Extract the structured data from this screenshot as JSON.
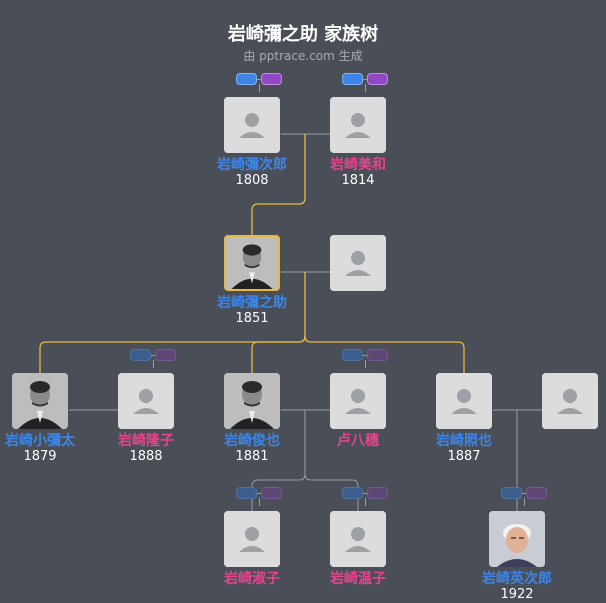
{
  "header": {
    "title": "岩崎彌之助 家族树",
    "subtitle": "由 pptrace.com 生成"
  },
  "colors": {
    "background": "#4a4f57",
    "male": "#3d86e8",
    "female": "#e8438d",
    "highlight": "#e9b93d"
  },
  "members": [
    {
      "id": "yajiro",
      "name": "岩崎彌次郎",
      "year": "1808",
      "gender": "male",
      "photo": false
    },
    {
      "id": "miwa",
      "name": "岩崎美和",
      "year": "1814",
      "gender": "female",
      "photo": false
    },
    {
      "id": "yanosuke",
      "name": "岩崎彌之助",
      "year": "1851",
      "gender": "male",
      "photo": true,
      "highlight": true
    },
    {
      "id": "spouse",
      "name": "",
      "year": "",
      "gender": "female",
      "photo": false
    },
    {
      "id": "koyata",
      "name": "岩崎小彌太",
      "year": "1879",
      "gender": "male",
      "photo": true
    },
    {
      "id": "takako",
      "name": "岩崎隆子",
      "year": "1888",
      "gender": "female",
      "photo": false
    },
    {
      "id": "toshiya",
      "name": "岩崎俊也",
      "year": "1881",
      "gender": "male",
      "photo": true
    },
    {
      "id": "yaho",
      "name": "卢八穗",
      "year": "",
      "gender": "female",
      "photo": false
    },
    {
      "id": "teruya",
      "name": "岩崎照也",
      "year": "1887",
      "gender": "male",
      "photo": false
    },
    {
      "id": "teruya_spouse",
      "name": "",
      "year": "",
      "gender": "female",
      "photo": false
    },
    {
      "id": "shukuko",
      "name": "岩崎淑子",
      "year": "",
      "gender": "female",
      "photo": false
    },
    {
      "id": "atsuko",
      "name": "岩崎温子",
      "year": "",
      "gender": "female",
      "photo": false
    },
    {
      "id": "eijiro",
      "name": "岩崎英次郎",
      "year": "1922",
      "gender": "male",
      "photo": true
    }
  ]
}
